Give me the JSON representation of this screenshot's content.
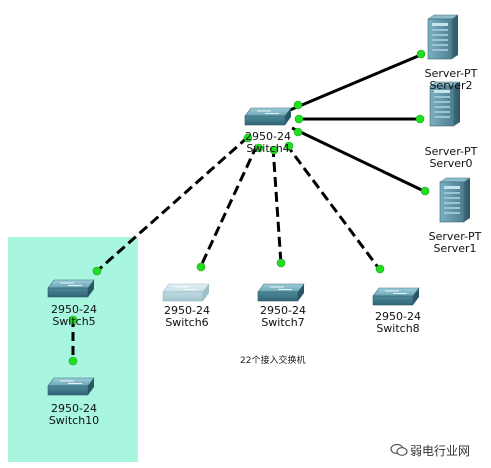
{
  "topology": {
    "core_switch": {
      "model": "2950-24",
      "name": "Switch4"
    },
    "servers": [
      {
        "type": "Server-PT",
        "name": "Server2"
      },
      {
        "type": "Server-PT",
        "name": "Server0"
      },
      {
        "type": "Server-PT",
        "name": "Server1"
      }
    ],
    "access_switches": [
      {
        "model": "2950-24",
        "name": "Switch5"
      },
      {
        "model": "2950-24",
        "name": "Switch6"
      },
      {
        "model": "2950-24",
        "name": "Switch7"
      },
      {
        "model": "2950-24",
        "name": "Switch8"
      },
      {
        "model": "2950-24",
        "name": "Switch10"
      }
    ],
    "caption": "22个接入交换机"
  },
  "watermark": {
    "text": "弱电行业网"
  },
  "colors": {
    "highlight_area": "#a8f5e0",
    "link_up_dot": "#22dd22",
    "link_line": "#000000",
    "switch_body": "#4f8c9c",
    "switch_body_faded": "#b9d6df",
    "server_body": "#5f8fa0"
  }
}
